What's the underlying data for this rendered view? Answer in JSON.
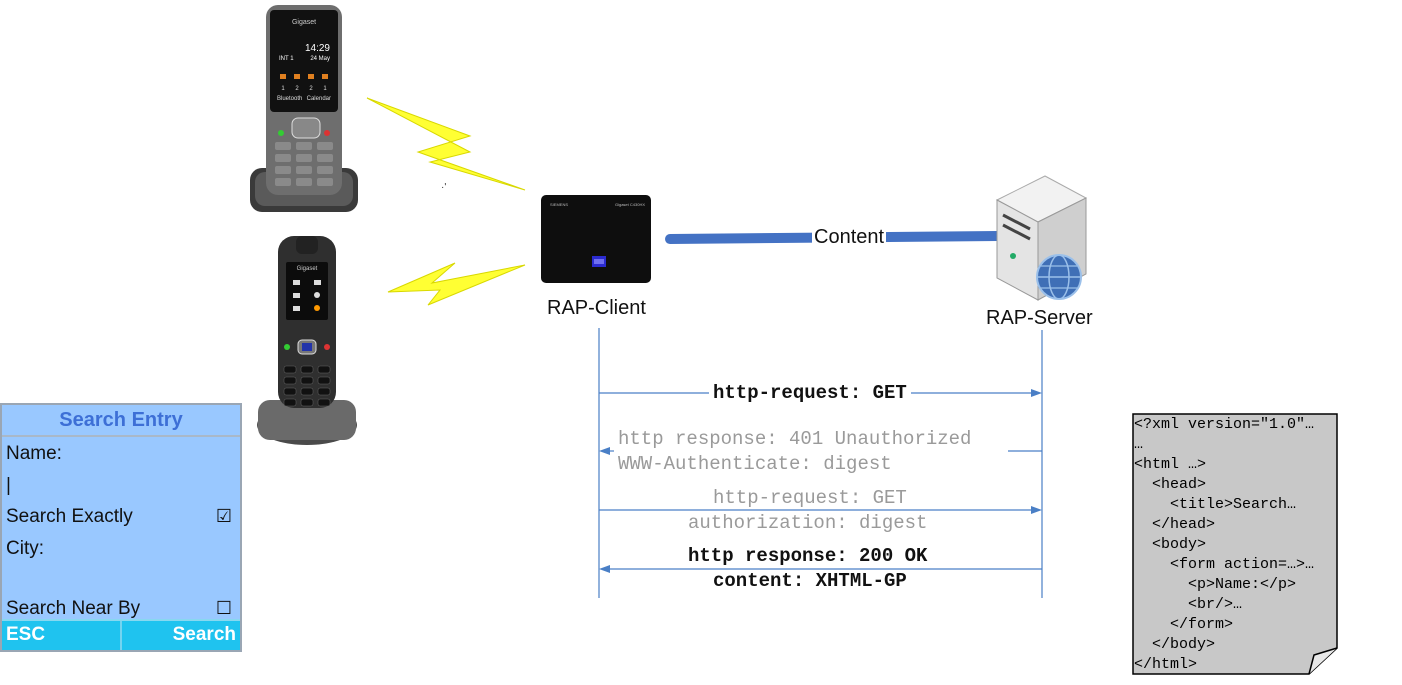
{
  "nodes": {
    "client_label": "RAP-Client",
    "server_label": "RAP-Server",
    "link_label": "Content"
  },
  "messages": [
    {
      "lines": [
        "http-request: GET"
      ],
      "style": "bold",
      "direction": "right"
    },
    {
      "lines": [
        "http response: 401 Unauthorized",
        "WWW-Authenticate: digest"
      ],
      "style": "gray",
      "direction": "left"
    },
    {
      "lines": [
        "http-request: GET",
        "authorization: digest"
      ],
      "style": "gray",
      "direction": "right"
    },
    {
      "lines": [
        "http response: 200 OK",
        "content: XHTML-GP"
      ],
      "style": "bold",
      "direction": "left"
    }
  ],
  "phone_ui": {
    "title": "Search Entry",
    "name_label": "Name:",
    "name_value": "|",
    "search_exactly_label": "Search Exactly",
    "search_exactly_checked": "☑",
    "city_label": "City:",
    "search_nearby_label": "Search Near By",
    "search_nearby_checked": "☐",
    "softkey_left": "ESC",
    "softkey_right": "Search"
  },
  "handsets": {
    "brand": "Gigaset",
    "top_time": "14:29",
    "top_date": "24 May",
    "top_int": "INT 1",
    "top_bottom_left": "Bluetooth",
    "top_bottom_right": "Calendar",
    "top_counts": [
      "1",
      "2",
      "2",
      "1"
    ]
  },
  "base_station": {
    "brand_left": "SIEMENS",
    "brand_right": "Gigaset C430HX"
  },
  "xml_document": {
    "lines": [
      "<?xml version=\"1.0\"…",
      "…",
      "<html …>",
      "  <head>",
      "    <title>Search…",
      "  </head>",
      "  <body>",
      "    <form action=…>…",
      "      <p>Name:</p>",
      "      <br/>…",
      "    </form>",
      "  </body>",
      "</html>"
    ]
  },
  "colors": {
    "link": "#4472c4",
    "lightning": "#ffff00",
    "phone_ui_bg": "#99c8ff",
    "softkey_bg": "#1fc3ef",
    "sequence_line": "#4a7fc6"
  }
}
